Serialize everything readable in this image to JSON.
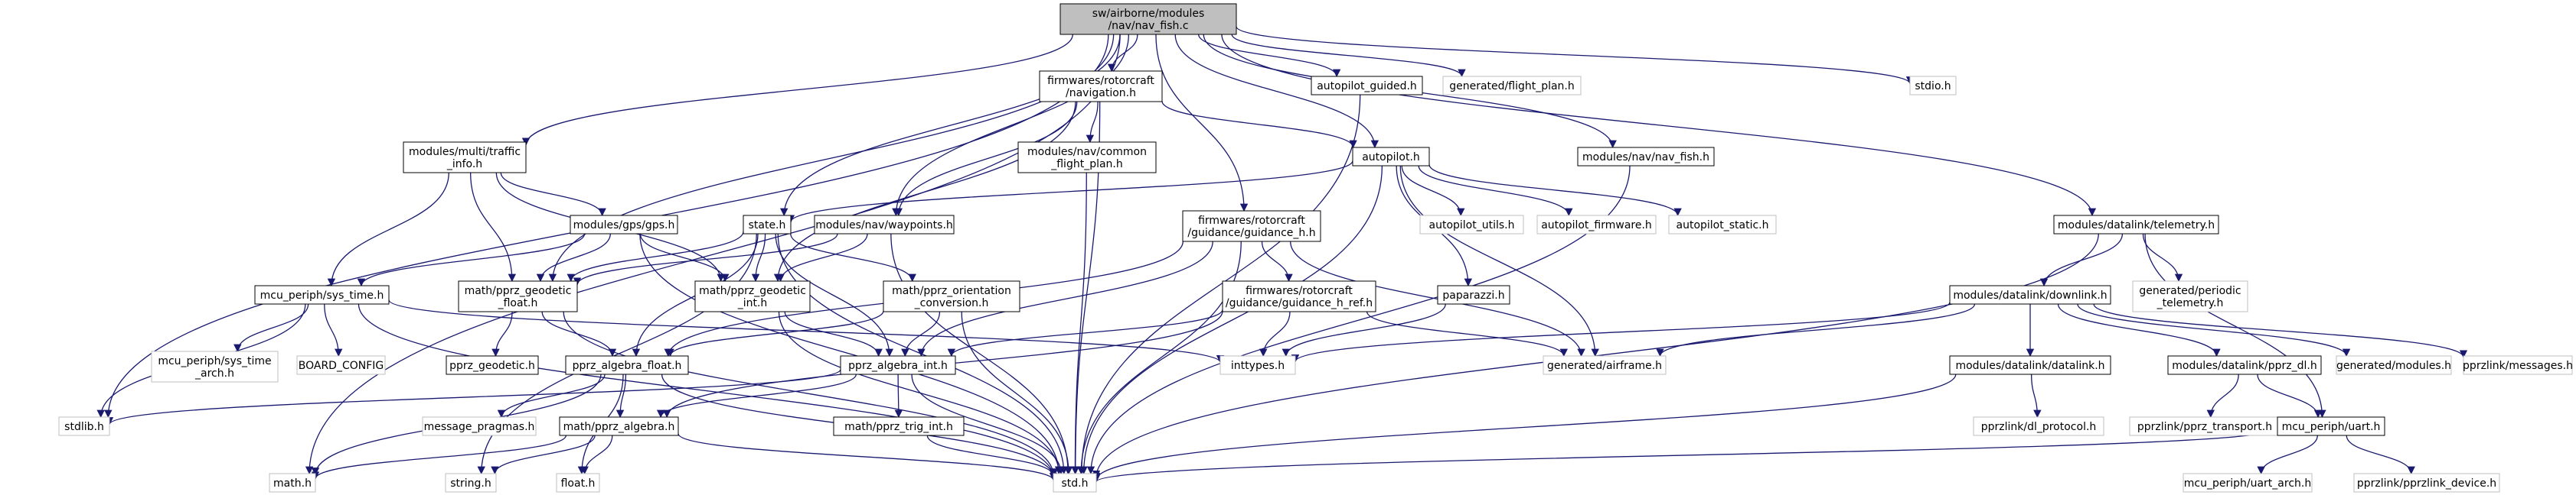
{
  "colors": {
    "edge": "#191970",
    "root_fill": "#bfbfbf",
    "node_border": "#000000",
    "external_border": "#bfbfbf",
    "background": "#ffffff"
  },
  "nodes": [
    {
      "id": "root",
      "lines": [
        "sw/airborne/modules",
        "/nav/nav_fish.c"
      ],
      "kind": "root"
    },
    {
      "id": "nav",
      "lines": [
        "firmwares/rotorcraft",
        "/navigation.h"
      ],
      "kind": "file"
    },
    {
      "id": "apguided",
      "lines": [
        "autopilot_guided.h"
      ],
      "kind": "file"
    },
    {
      "id": "genfp",
      "lines": [
        "generated/flight_plan.h"
      ],
      "kind": "external"
    },
    {
      "id": "stdio",
      "lines": [
        "stdio.h"
      ],
      "kind": "external"
    },
    {
      "id": "traffic",
      "lines": [
        "modules/multi/traffic",
        "_info.h"
      ],
      "kind": "file"
    },
    {
      "id": "commonfp",
      "lines": [
        "modules/nav/common",
        "_flight_plan.h"
      ],
      "kind": "file"
    },
    {
      "id": "autopilot",
      "lines": [
        "autopilot.h"
      ],
      "kind": "file"
    },
    {
      "id": "navfish",
      "lines": [
        "modules/nav/nav_fish.h"
      ],
      "kind": "file"
    },
    {
      "id": "telemetry",
      "lines": [
        "modules/datalink/telemetry.h"
      ],
      "kind": "file"
    },
    {
      "id": "gps",
      "lines": [
        "modules/gps/gps.h"
      ],
      "kind": "file"
    },
    {
      "id": "state",
      "lines": [
        "state.h"
      ],
      "kind": "file"
    },
    {
      "id": "waypoints",
      "lines": [
        "modules/nav/waypoints.h"
      ],
      "kind": "file"
    },
    {
      "id": "guidanceh",
      "lines": [
        "firmwares/rotorcraft",
        "/guidance/guidance_h.h"
      ],
      "kind": "file"
    },
    {
      "id": "aputils",
      "lines": [
        "autopilot_utils.h"
      ],
      "kind": "external"
    },
    {
      "id": "apfirmware",
      "lines": [
        "autopilot_firmware.h"
      ],
      "kind": "external"
    },
    {
      "id": "apstatic",
      "lines": [
        "autopilot_static.h"
      ],
      "kind": "external"
    },
    {
      "id": "systime",
      "lines": [
        "mcu_periph/sys_time.h"
      ],
      "kind": "file"
    },
    {
      "id": "geofloat",
      "lines": [
        "math/pprz_geodetic",
        "_float.h"
      ],
      "kind": "file"
    },
    {
      "id": "geoint",
      "lines": [
        "math/pprz_geodetic",
        "_int.h"
      ],
      "kind": "file"
    },
    {
      "id": "orient",
      "lines": [
        "math/pprz_orientation",
        "_conversion.h"
      ],
      "kind": "file"
    },
    {
      "id": "guidref",
      "lines": [
        "firmwares/rotorcraft",
        "/guidance/guidance_h_ref.h"
      ],
      "kind": "file"
    },
    {
      "id": "paparazzi",
      "lines": [
        "paparazzi.h"
      ],
      "kind": "file"
    },
    {
      "id": "downlink",
      "lines": [
        "modules/datalink/downlink.h"
      ],
      "kind": "file"
    },
    {
      "id": "periodic",
      "lines": [
        "generated/periodic",
        "_telemetry.h"
      ],
      "kind": "external"
    },
    {
      "id": "systimearch",
      "lines": [
        "mcu_periph/sys_time",
        "_arch.h"
      ],
      "kind": "external"
    },
    {
      "id": "boardcfg",
      "lines": [
        "BOARD_CONFIG"
      ],
      "kind": "external"
    },
    {
      "id": "geodetic",
      "lines": [
        "pprz_geodetic.h"
      ],
      "kind": "file"
    },
    {
      "id": "algfloat",
      "lines": [
        "pprz_algebra_float.h"
      ],
      "kind": "file"
    },
    {
      "id": "algint",
      "lines": [
        "pprz_algebra_int.h"
      ],
      "kind": "file"
    },
    {
      "id": "inttypes",
      "lines": [
        "inttypes.h"
      ],
      "kind": "external"
    },
    {
      "id": "airframe",
      "lines": [
        "generated/airframe.h"
      ],
      "kind": "external"
    },
    {
      "id": "datalinkh",
      "lines": [
        "modules/datalink/datalink.h"
      ],
      "kind": "file"
    },
    {
      "id": "pprzdl",
      "lines": [
        "modules/datalink/pprz_dl.h"
      ],
      "kind": "file"
    },
    {
      "id": "genmodules",
      "lines": [
        "generated/modules.h"
      ],
      "kind": "external"
    },
    {
      "id": "messages",
      "lines": [
        "pprzlink/messages.h"
      ],
      "kind": "external"
    },
    {
      "id": "stdlib",
      "lines": [
        "stdlib.h"
      ],
      "kind": "external"
    },
    {
      "id": "msgpragmas",
      "lines": [
        "message_pragmas.h"
      ],
      "kind": "external"
    },
    {
      "id": "algebra",
      "lines": [
        "math/pprz_algebra.h"
      ],
      "kind": "file"
    },
    {
      "id": "trigint",
      "lines": [
        "math/pprz_trig_int.h"
      ],
      "kind": "file"
    },
    {
      "id": "dlproto",
      "lines": [
        "pprzlink/dl_protocol.h"
      ],
      "kind": "external"
    },
    {
      "id": "transport",
      "lines": [
        "pprzlink/pprz_transport.h"
      ],
      "kind": "external"
    },
    {
      "id": "uart",
      "lines": [
        "mcu_periph/uart.h"
      ],
      "kind": "file"
    },
    {
      "id": "mathh",
      "lines": [
        "math.h"
      ],
      "kind": "external"
    },
    {
      "id": "stringh",
      "lines": [
        "string.h"
      ],
      "kind": "external"
    },
    {
      "id": "floath",
      "lines": [
        "float.h"
      ],
      "kind": "external"
    },
    {
      "id": "stdh",
      "lines": [
        "std.h"
      ],
      "kind": "external"
    },
    {
      "id": "uartarch",
      "lines": [
        "mcu_periph/uart_arch.h"
      ],
      "kind": "external"
    },
    {
      "id": "pprzdevice",
      "lines": [
        "pprzlink/pprzlink_device.h"
      ],
      "kind": "external"
    }
  ],
  "edges": [
    [
      "root",
      "nav"
    ],
    [
      "root",
      "apguided"
    ],
    [
      "root",
      "genfp"
    ],
    [
      "root",
      "stdio"
    ],
    [
      "root",
      "traffic"
    ],
    [
      "root",
      "autopilot"
    ],
    [
      "root",
      "navfish"
    ],
    [
      "root",
      "telemetry"
    ],
    [
      "root",
      "state"
    ],
    [
      "root",
      "waypoints"
    ],
    [
      "root",
      "guidanceh"
    ],
    [
      "root",
      "geofloat"
    ],
    [
      "root",
      "stdlib"
    ],
    [
      "root",
      "mathh"
    ],
    [
      "nav",
      "commonfp"
    ],
    [
      "nav",
      "autopilot"
    ],
    [
      "nav",
      "waypoints"
    ],
    [
      "nav",
      "geoint"
    ],
    [
      "nav",
      "stdh"
    ],
    [
      "apguided",
      "stdh"
    ],
    [
      "traffic",
      "gps"
    ],
    [
      "traffic",
      "systime"
    ],
    [
      "traffic",
      "geofloat"
    ],
    [
      "traffic",
      "geoint"
    ],
    [
      "commonfp",
      "stdh"
    ],
    [
      "autopilot",
      "state"
    ],
    [
      "autopilot",
      "aputils"
    ],
    [
      "autopilot",
      "apfirmware"
    ],
    [
      "autopilot",
      "apstatic"
    ],
    [
      "autopilot",
      "paparazzi"
    ],
    [
      "autopilot",
      "airframe"
    ],
    [
      "autopilot",
      "stdh"
    ],
    [
      "navfish",
      "stdh"
    ],
    [
      "telemetry",
      "downlink"
    ],
    [
      "telemetry",
      "periodic"
    ],
    [
      "telemetry",
      "uart"
    ],
    [
      "telemetry",
      "stdh"
    ],
    [
      "gps",
      "systime"
    ],
    [
      "gps",
      "geofloat"
    ],
    [
      "gps",
      "geoint"
    ],
    [
      "gps",
      "stdh"
    ],
    [
      "state",
      "geofloat"
    ],
    [
      "state",
      "geoint"
    ],
    [
      "state",
      "orient"
    ],
    [
      "state",
      "algint"
    ],
    [
      "state",
      "algfloat"
    ],
    [
      "state",
      "stdh"
    ],
    [
      "state",
      "stringh"
    ],
    [
      "waypoints",
      "geofloat"
    ],
    [
      "waypoints",
      "geoint"
    ],
    [
      "waypoints",
      "stdh"
    ],
    [
      "guidanceh",
      "guidref"
    ],
    [
      "guidanceh",
      "algint"
    ],
    [
      "guidanceh",
      "algfloat"
    ],
    [
      "guidanceh",
      "airframe"
    ],
    [
      "guidanceh",
      "stdh"
    ],
    [
      "systime",
      "systimearch"
    ],
    [
      "systime",
      "boardcfg"
    ],
    [
      "systime",
      "inttypes"
    ],
    [
      "systime",
      "stdlib"
    ],
    [
      "systime",
      "stdh"
    ],
    [
      "geofloat",
      "geodetic"
    ],
    [
      "geofloat",
      "algfloat"
    ],
    [
      "geofloat",
      "stdh"
    ],
    [
      "geoint",
      "algint"
    ],
    [
      "geoint",
      "stdh"
    ],
    [
      "orient",
      "algfloat"
    ],
    [
      "orient",
      "algint"
    ],
    [
      "orient",
      "stdh"
    ],
    [
      "guidref",
      "inttypes"
    ],
    [
      "guidref",
      "airframe"
    ],
    [
      "guidref",
      "algint"
    ],
    [
      "guidref",
      "algebra"
    ],
    [
      "paparazzi",
      "inttypes"
    ],
    [
      "downlink",
      "inttypes"
    ],
    [
      "downlink",
      "airframe"
    ],
    [
      "downlink",
      "datalinkh"
    ],
    [
      "downlink",
      "pprzdl"
    ],
    [
      "downlink",
      "genmodules"
    ],
    [
      "downlink",
      "messages"
    ],
    [
      "algfloat",
      "algebra"
    ],
    [
      "algfloat",
      "msgpragmas"
    ],
    [
      "algfloat",
      "mathh"
    ],
    [
      "algfloat",
      "floath"
    ],
    [
      "algfloat",
      "stdh"
    ],
    [
      "algint",
      "algebra"
    ],
    [
      "algint",
      "trigint"
    ],
    [
      "algint",
      "stdlib"
    ],
    [
      "algint",
      "stdh"
    ],
    [
      "datalinkh",
      "dlproto"
    ],
    [
      "datalinkh",
      "stdh"
    ],
    [
      "pprzdl",
      "transport"
    ],
    [
      "pprzdl",
      "uart"
    ],
    [
      "algebra",
      "mathh"
    ],
    [
      "algebra",
      "stringh"
    ],
    [
      "algebra",
      "floath"
    ],
    [
      "algebra",
      "stdh"
    ],
    [
      "trigint",
      "stdh"
    ],
    [
      "uart",
      "uartarch"
    ],
    [
      "uart",
      "pprzdevice"
    ],
    [
      "uart",
      "stdh"
    ]
  ]
}
